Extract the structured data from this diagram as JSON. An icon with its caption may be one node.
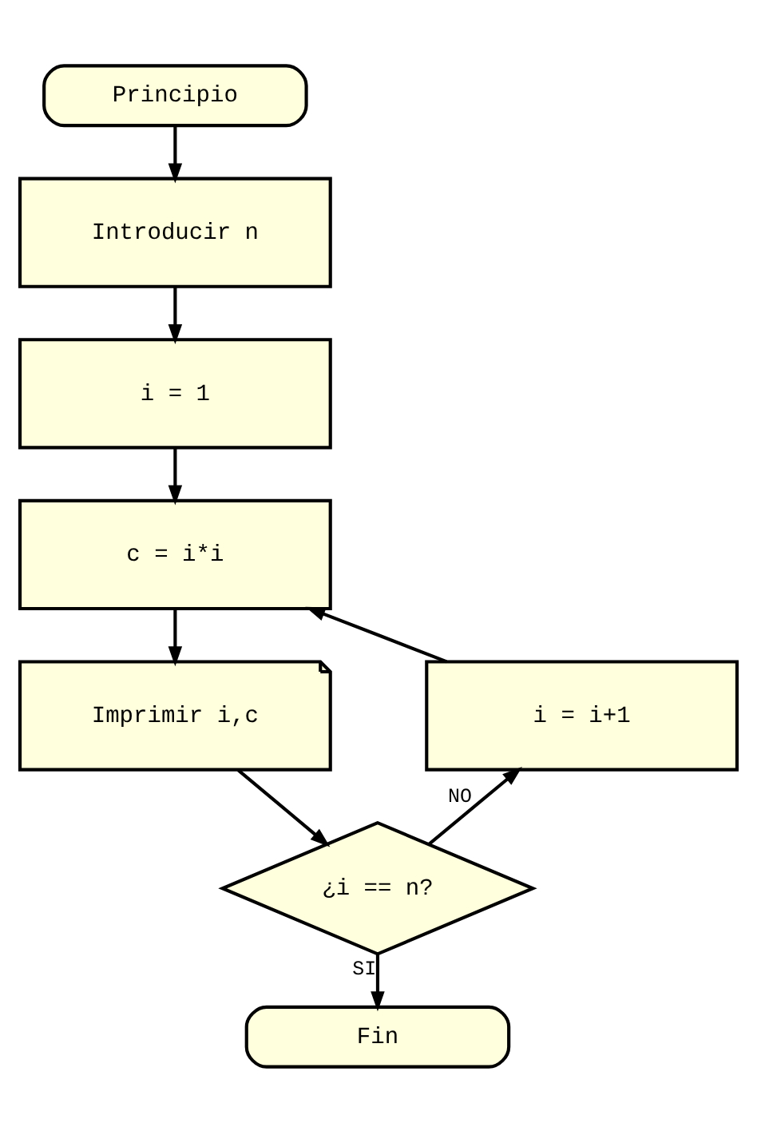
{
  "diagram": {
    "nodes": [
      {
        "text": [
          "Principio"
        ]
      },
      {
        "text": [
          "Introducir n"
        ]
      },
      {
        "text": [
          "i = 1"
        ]
      },
      {
        "text": [
          "c = i*i"
        ]
      },
      {
        "text": [
          "Imprimir i,c"
        ]
      },
      {
        "text": [
          "¿i == n?"
        ]
      },
      {
        "text": [
          "i = i+1"
        ]
      },
      {
        "text": [
          "Fin"
        ]
      }
    ],
    "edges": [
      {
        "from": 0,
        "to": 1,
        "arrow": "to"
      },
      {
        "from": 1,
        "to": 2,
        "arrow": "to"
      },
      {
        "from": 2,
        "to": 3,
        "arrow": "to"
      },
      {
        "from": 3,
        "to": 4,
        "arrow": "to"
      },
      {
        "from": 4,
        "to": 5,
        "arrow": "to"
      },
      {
        "from": 5,
        "to": 6,
        "arrow": "to",
        "label": "NO"
      },
      {
        "from": 6,
        "to": 3,
        "arrow": "to"
      },
      {
        "from": 5,
        "to": 7,
        "arrow": "to",
        "label": "SI"
      }
    ]
  }
}
